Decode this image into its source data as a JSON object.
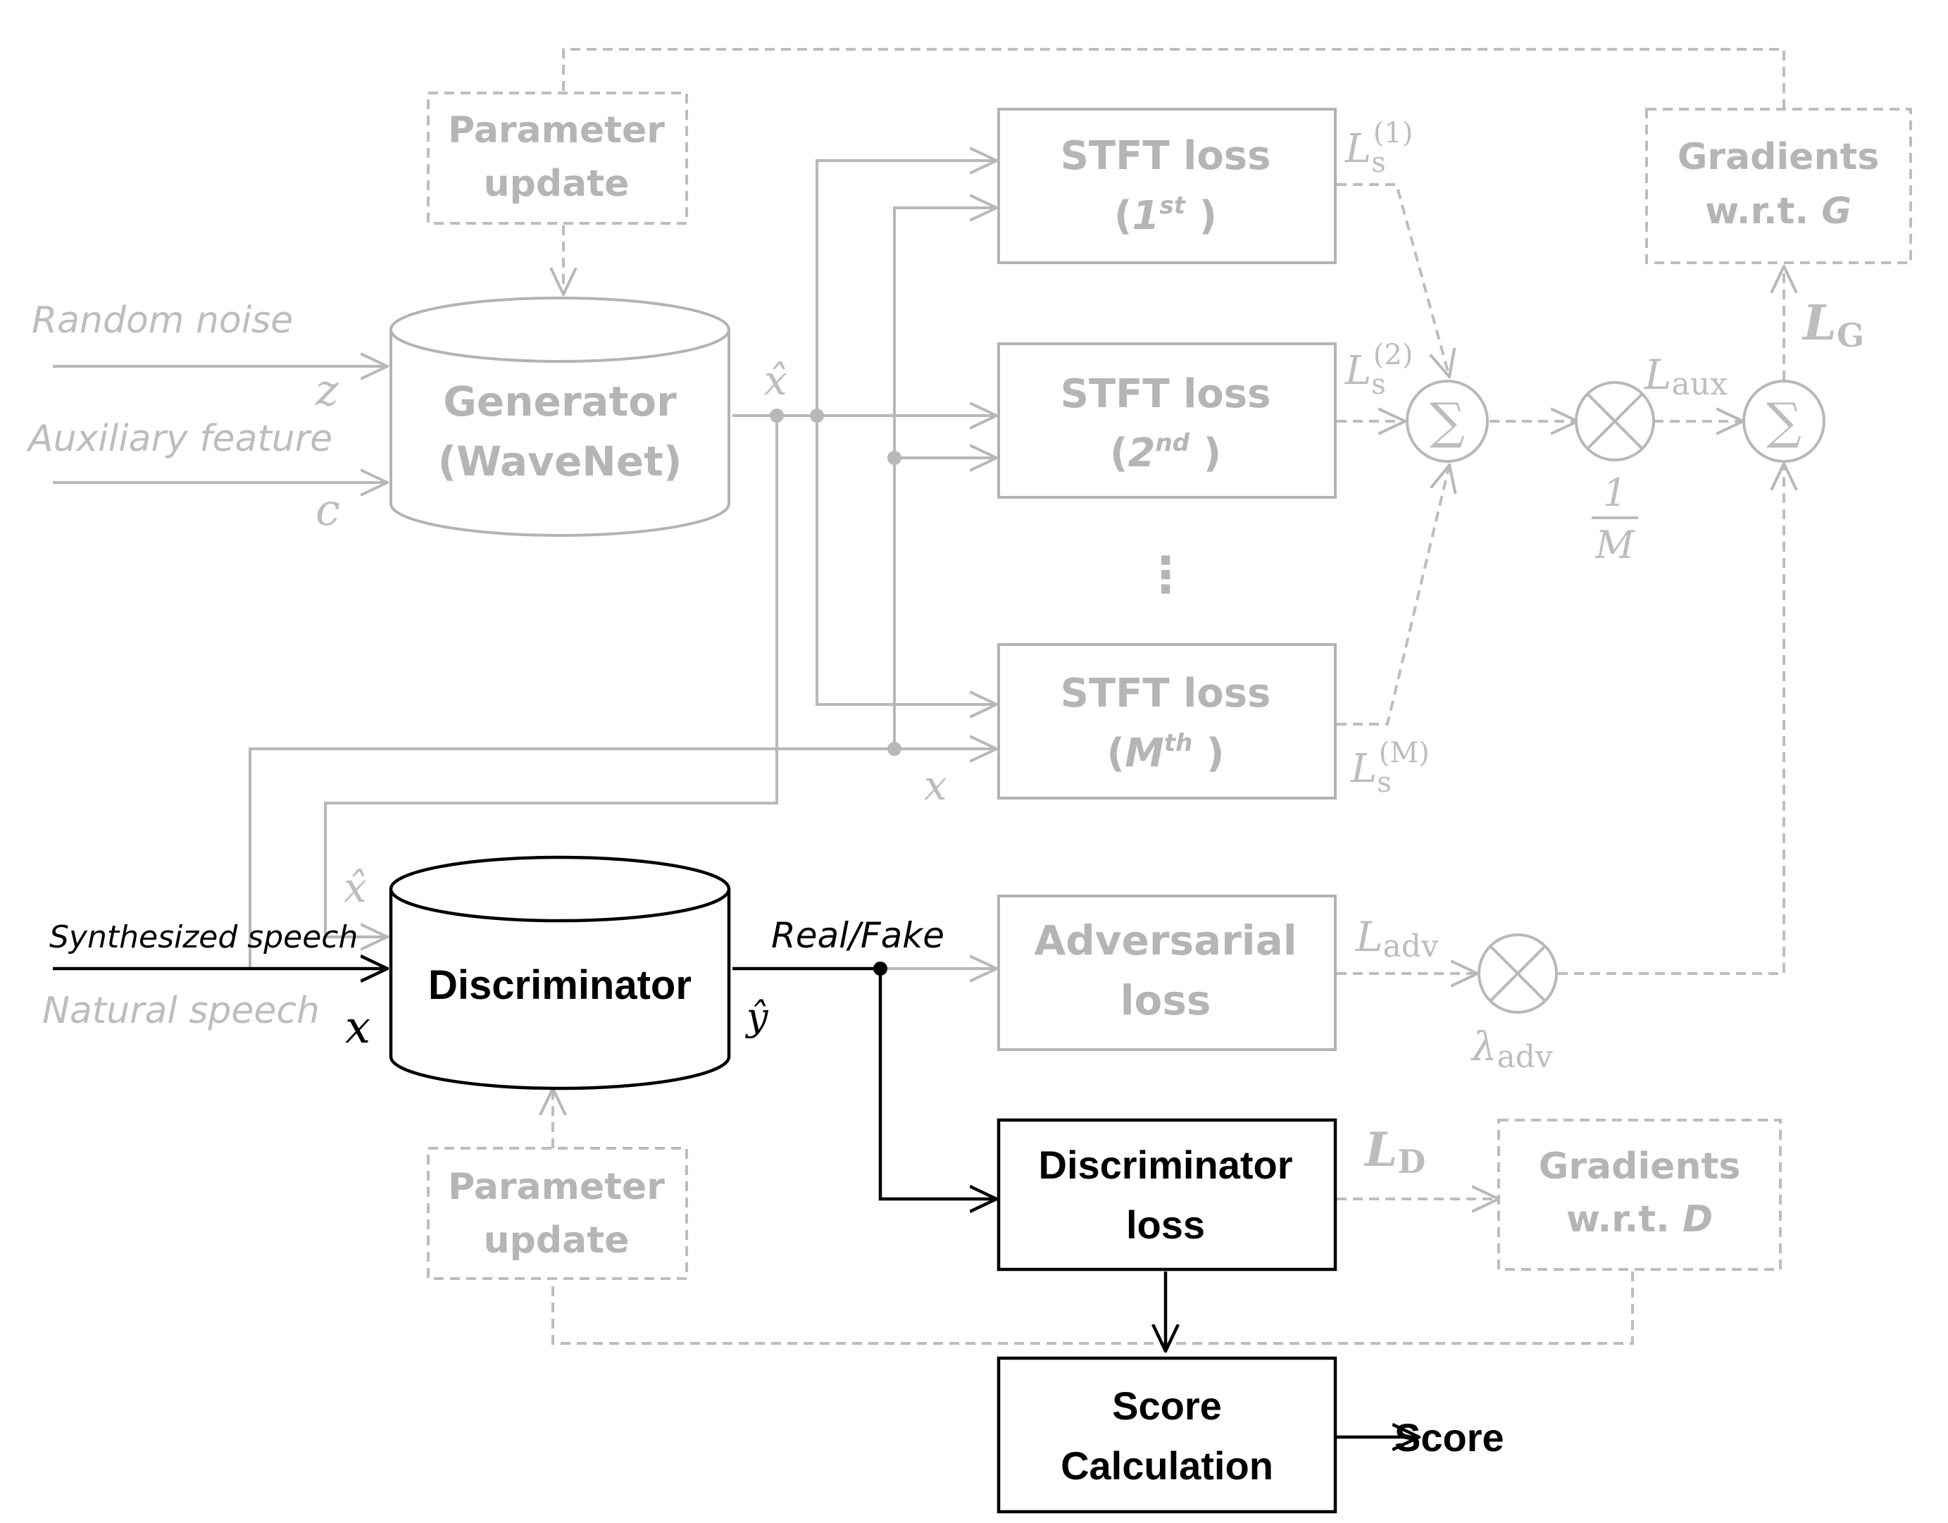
{
  "param_update_top": [
    "Parameter",
    "update"
  ],
  "param_update_bottom": [
    "Parameter",
    "update"
  ],
  "generator": [
    "Generator",
    "(WaveNet)"
  ],
  "discriminator": "Discriminator",
  "stft1": {
    "title": "STFT loss",
    "open": "(",
    "num": "1",
    "sup": "st",
    "close": " )"
  },
  "stft2": {
    "title": "STFT loss",
    "open": "(",
    "num": "2",
    "sup": "nd",
    "close": " )"
  },
  "stftM": {
    "title": "STFT loss",
    "open": "(",
    "num": "M",
    "sup": "th",
    "close": " )"
  },
  "ellipsis": "⋮",
  "grad_g": {
    "line1": "Gradients",
    "line2": "w.r.t. ",
    "var": "G"
  },
  "grad_d": {
    "line1": "Gradients",
    "line2": "w.r.t. ",
    "var": "D"
  },
  "adversarial_loss": [
    "Adversarial",
    "loss"
  ],
  "discriminator_loss": [
    "Discriminator",
    "loss"
  ],
  "score_calc": [
    "Score",
    "Calculation"
  ],
  "score_out": "Score",
  "inputs": {
    "random_noise": "Random noise",
    "z": "z",
    "aux_feature": "Auxiliary feature",
    "c": "c",
    "synth_speech": "Synthesized speech",
    "natural_speech": "Natural speech",
    "x_hat": "x̂",
    "x": "x",
    "y_hat": "ŷ",
    "real_fake": "Real/Fake"
  },
  "math": {
    "L": "L",
    "s": "s",
    "sup1": "(1)",
    "sup2": "(2)",
    "supM": "(M)",
    "sigma": "∑",
    "aux": "aux",
    "G": "G",
    "D": "D",
    "adv": "adv",
    "lambda": "λ",
    "one": "1",
    "M": "M"
  }
}
